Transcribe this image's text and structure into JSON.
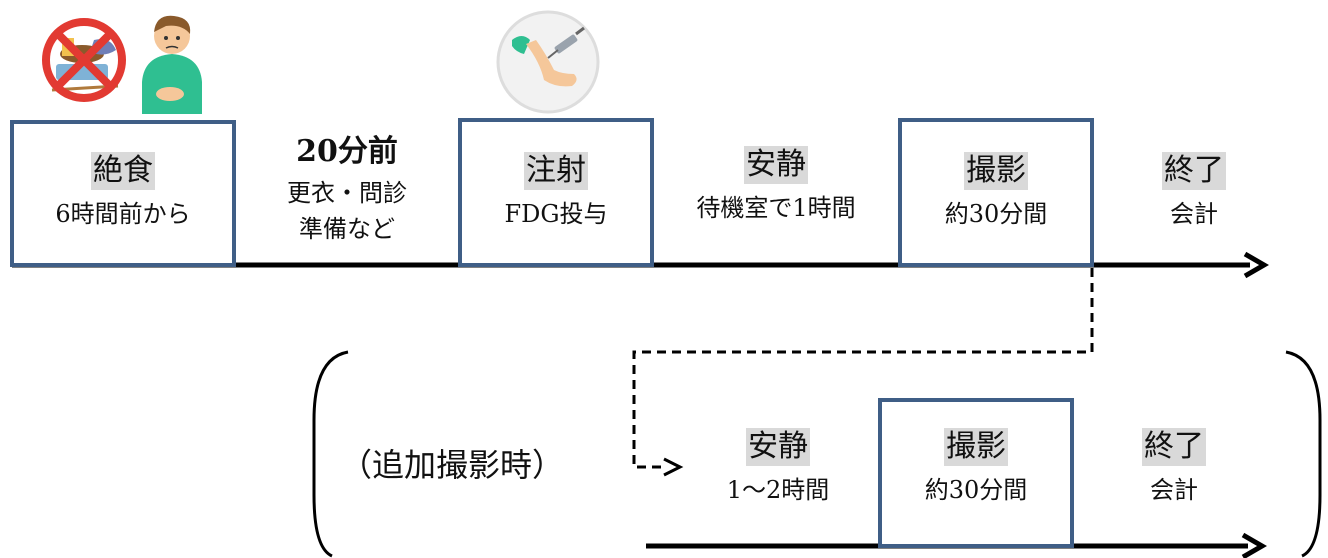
{
  "main_flow": {
    "fasting": {
      "title": "絶食",
      "sub": "6時間前から"
    },
    "prep": {
      "title": "20分前",
      "sub1": "更衣・問診",
      "sub2": "準備など"
    },
    "injection": {
      "title": "注射",
      "sub": "FDG投与"
    },
    "rest": {
      "title": "安静",
      "sub": "待機室で1時間"
    },
    "scan": {
      "title": "撮影",
      "sub": "約30分間"
    },
    "finish": {
      "title": "終了",
      "sub": "会計"
    }
  },
  "additional_flow": {
    "label": "（追加撮影時）",
    "rest": {
      "title": "安静",
      "sub": "1～2時間"
    },
    "scan": {
      "title": "撮影",
      "sub": "約30分間"
    },
    "finish": {
      "title": "終了",
      "sub": "会計"
    }
  },
  "colors": {
    "box_border": "#3f5e86",
    "title_highlight": "#d9d9d9",
    "arrow": "#000000"
  },
  "icons": [
    "no-food-icon",
    "hungry-patient-icon",
    "injection-arm-icon"
  ]
}
